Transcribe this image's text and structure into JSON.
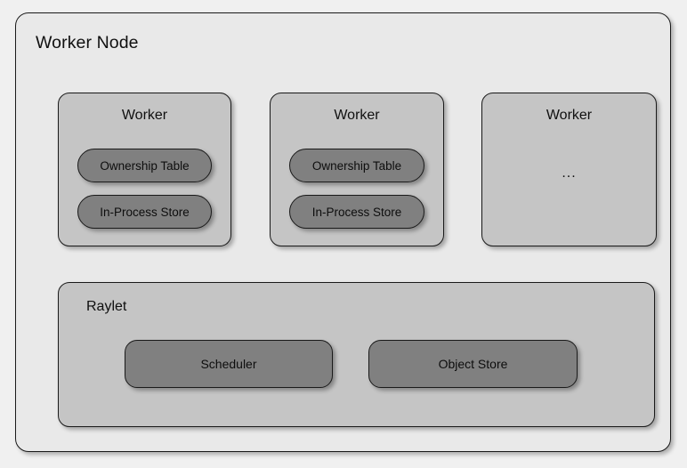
{
  "diagram": {
    "node": {
      "title": "Worker Node",
      "fill": "#e9e9e9",
      "stroke": "#1a1a1a"
    },
    "workers": [
      {
        "title": "Worker",
        "components": [
          {
            "label": "Ownership Table"
          },
          {
            "label": "In-Process Store"
          }
        ]
      },
      {
        "title": "Worker",
        "components": [
          {
            "label": "Ownership Table"
          },
          {
            "label": "In-Process Store"
          }
        ]
      },
      {
        "title": "Worker",
        "ellipsis": "...",
        "components": []
      }
    ],
    "raylet": {
      "title": "Raylet",
      "fill": "#c5c5c5",
      "components": [
        {
          "label": "Scheduler"
        },
        {
          "label": "Object Store"
        }
      ]
    },
    "colors": {
      "page_background": "#f0f0f0",
      "node_fill": "#e9e9e9",
      "group_fill": "#c5c5c5",
      "component_fill": "#808080",
      "border": "#1a1a1a",
      "text": "#101010"
    }
  }
}
